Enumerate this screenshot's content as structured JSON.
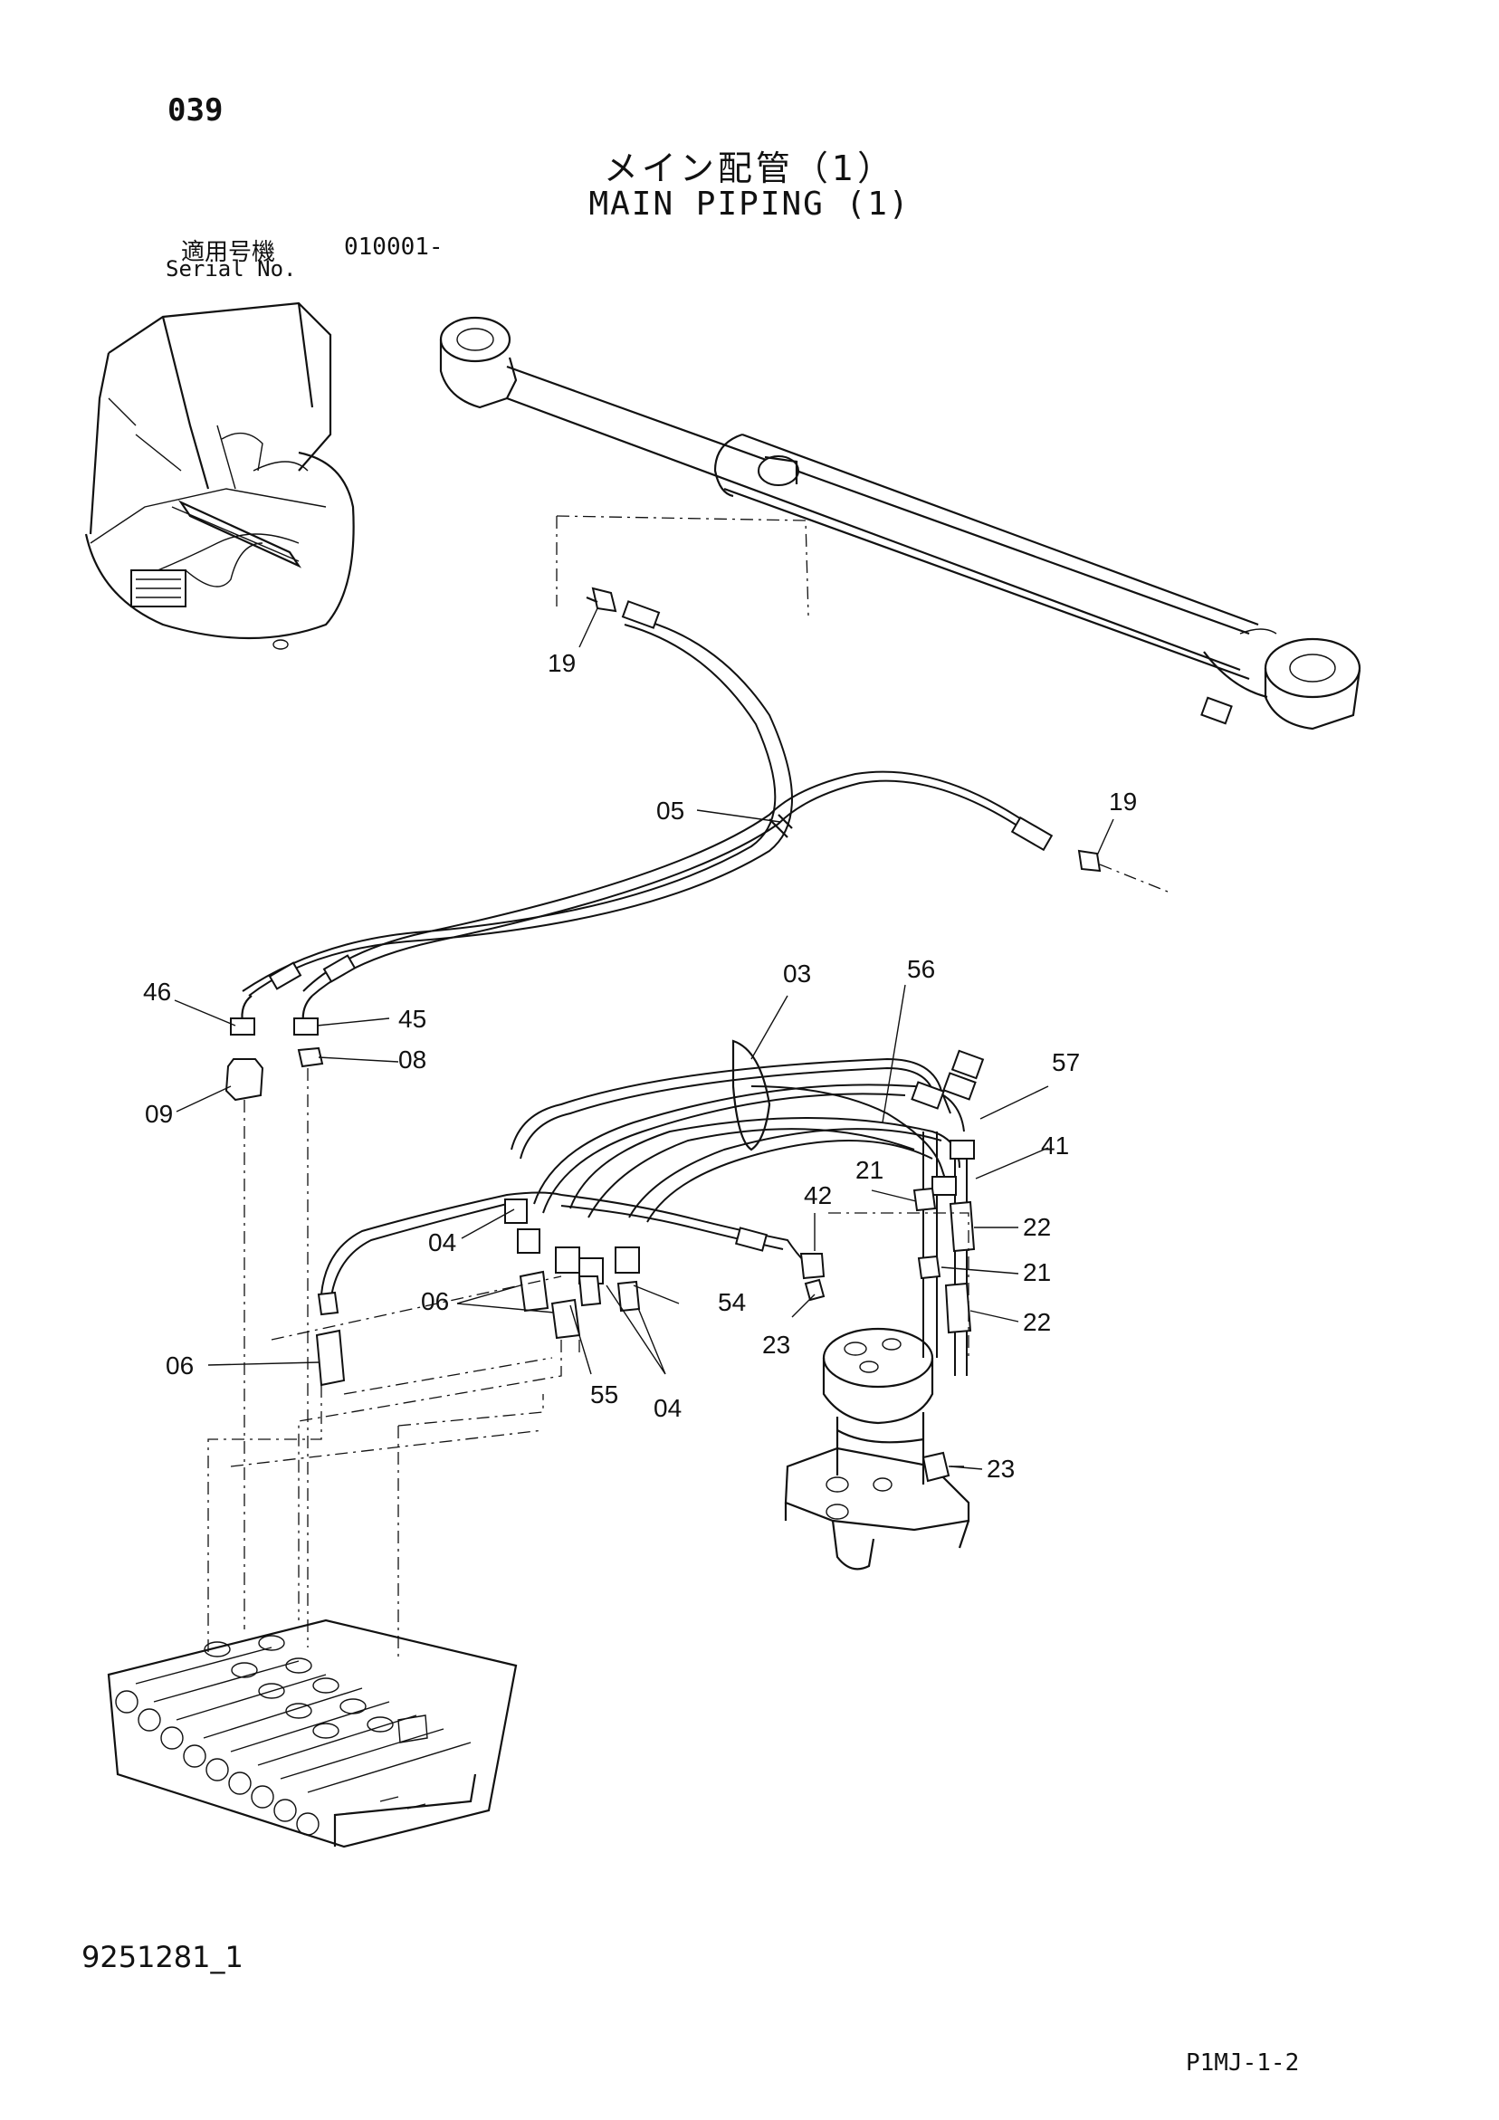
{
  "header": {
    "page_number": "039",
    "title_jp": "メイン配管（1）",
    "title_en": "MAIN PIPING (1)",
    "serial_label_jp": "適用号機",
    "serial_value": "010001-",
    "serial_label_en": "Serial No."
  },
  "footer": {
    "document_id": "9251281_1",
    "page_code": "P1MJ-1-2"
  },
  "callouts": [
    "19",
    "05",
    "19",
    "46",
    "45",
    "08",
    "09",
    "03",
    "56",
    "57",
    "41",
    "21",
    "42",
    "22",
    "21",
    "22",
    "04",
    "06",
    "54",
    "23",
    "06",
    "55",
    "04",
    "23"
  ]
}
